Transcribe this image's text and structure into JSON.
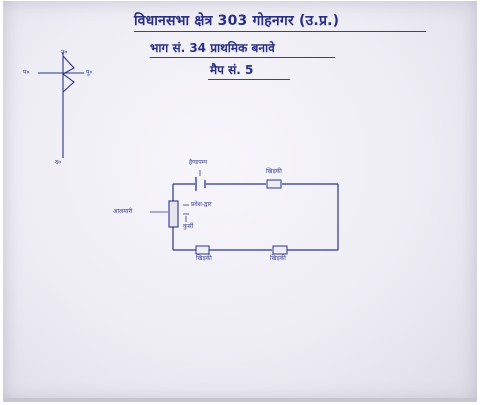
{
  "document": {
    "title": "विधानसभा क्षेत्र 303 गोहनगर (उ.प्र.)",
    "subtitle": "भाग सं. 34 प्राथमिक बनावे",
    "map_number": "मैप सं. 5"
  },
  "compass": {
    "north": "उ०",
    "south": "द०",
    "east": "पू०",
    "west": "प०"
  },
  "diagram": {
    "top_left_label": "हैण्डपम्प",
    "top_right_label": "खिड़की",
    "left_label": "आलमारी",
    "center_label_line1": "प्रवेश-द्वार",
    "center_label_line2": "कुर्सी",
    "bottom_left_label": "खिड़की",
    "bottom_right_label": "खिड़की"
  },
  "colors": {
    "ink": "#2a2f86",
    "paper": "#eeedf4"
  }
}
